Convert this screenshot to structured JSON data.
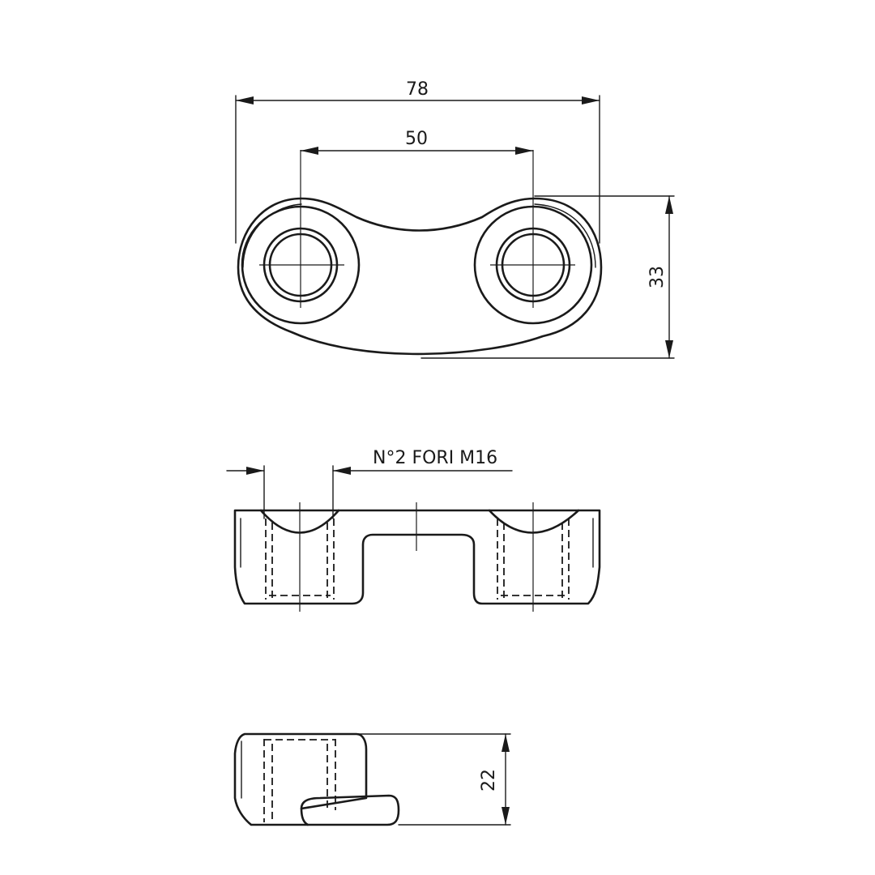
{
  "drawing": {
    "top_view": {
      "overall_width": "78",
      "hole_spacing": "50",
      "depth": "33"
    },
    "front_view": {
      "hole_note": "N°2 FORI M16"
    },
    "side_view": {
      "height": "22"
    }
  }
}
